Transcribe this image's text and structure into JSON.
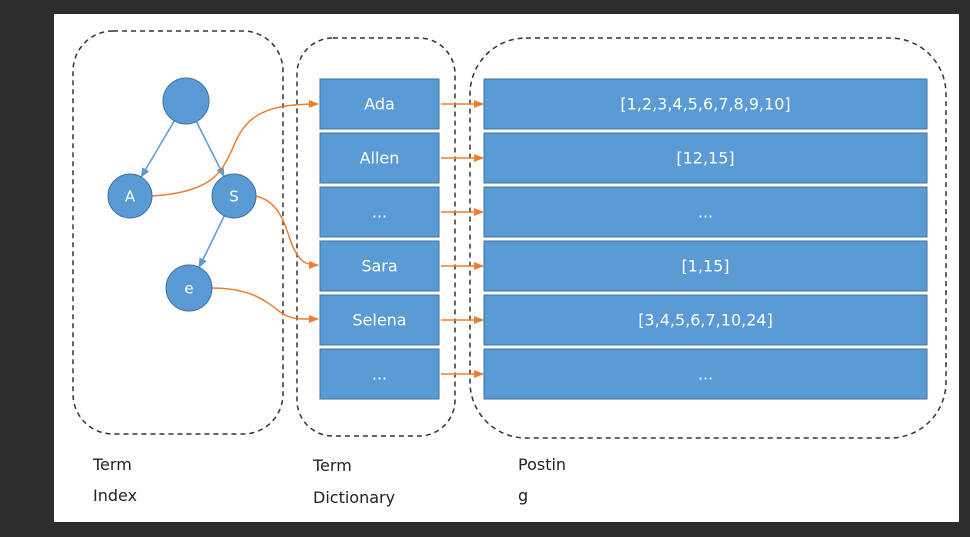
{
  "captions": {
    "term_index": [
      "Term",
      "Index"
    ],
    "term_dictionary": [
      "Term",
      "Dictionary"
    ],
    "postings": [
      "Postin",
      "g"
    ]
  },
  "trie_nodes": [
    "",
    "A",
    "S",
    "e"
  ],
  "dictionary_terms": [
    "Ada",
    "Allen",
    "...",
    "Sara",
    "Selena",
    "..."
  ],
  "postings_lists": [
    "[1,2,3,4,5,6,7,8,9,10]",
    "[12,15]",
    "...",
    "[1,15]",
    "[3,4,5,6,7,10,24]",
    "..."
  ],
  "colors": {
    "box_fill": "#5b9bd5",
    "box_stroke": "#41719c",
    "link_arrow": "#ed7d31",
    "tree_edge": "#5b9bd5",
    "dashed_border": "#333333"
  }
}
